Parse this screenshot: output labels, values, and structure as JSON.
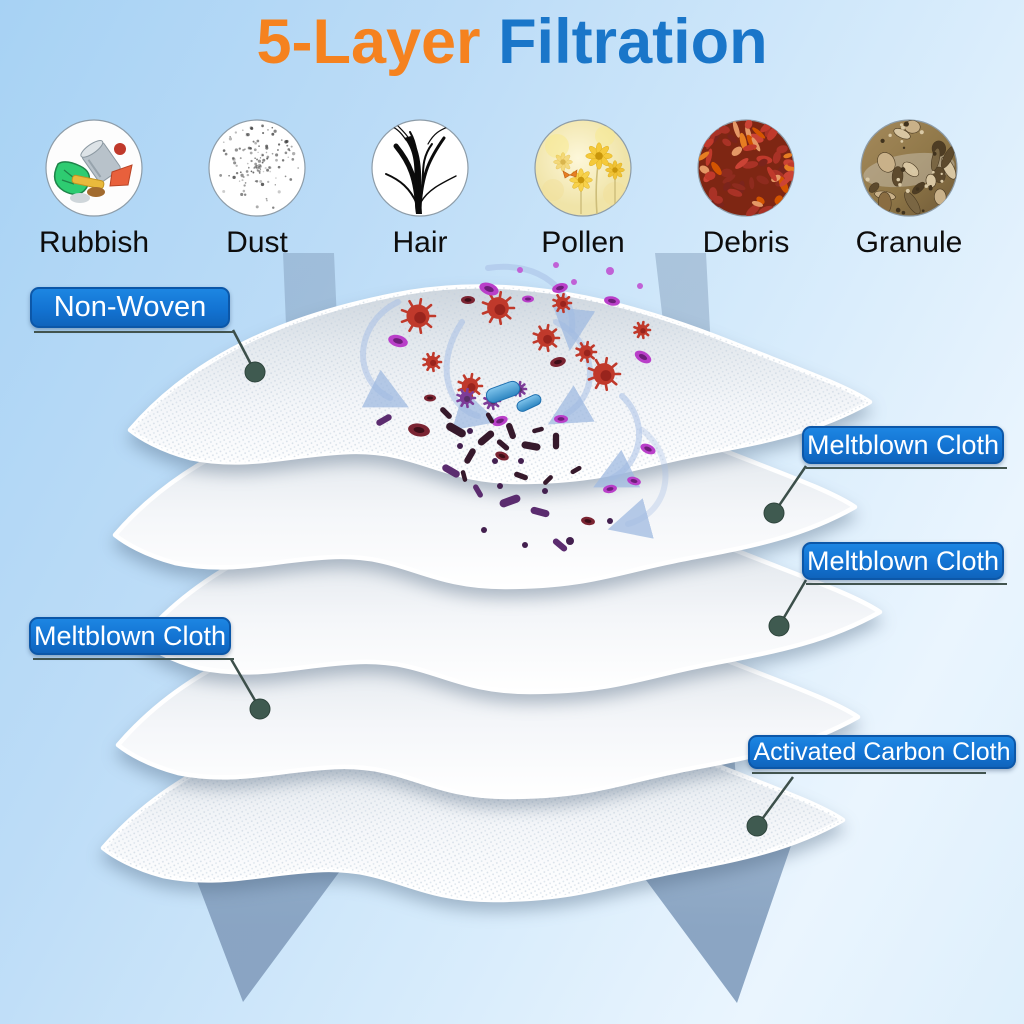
{
  "title": {
    "part_orange": "5-Layer ",
    "part_blue": "Filtration"
  },
  "pollutants": [
    {
      "name": "rubbish",
      "label": "Rubbish"
    },
    {
      "name": "dust",
      "label": "Dust"
    },
    {
      "name": "hair",
      "label": "Hair"
    },
    {
      "name": "pollen",
      "label": "Pollen"
    },
    {
      "name": "debris",
      "label": "Debris"
    },
    {
      "name": "granule",
      "label": "Granule"
    }
  ],
  "callouts": [
    {
      "id": "non-woven",
      "label": "Non-Woven"
    },
    {
      "id": "meltblown-right-1",
      "label": "Meltblown Cloth"
    },
    {
      "id": "meltblown-right-2",
      "label": "Meltblown Cloth"
    },
    {
      "id": "meltblown-left",
      "label": "Meltblown Cloth"
    },
    {
      "id": "activated-carbon",
      "label": "Activated Carbon Cloth"
    }
  ],
  "layers_top_to_bottom": [
    "Non-Woven",
    "Meltblown Cloth",
    "Meltblown Cloth",
    "Meltblown Cloth",
    "Activated Carbon Cloth"
  ],
  "colors": {
    "title_orange": "#f5821f",
    "title_blue": "#1a76c9",
    "pill_blue": "#1373d2",
    "pill_border": "#0c57a8",
    "pill_text": "#ffffff",
    "icon_label_text": "#0d0d0d",
    "leader_line": "#3c4f4a",
    "leader_dot": "#3f5a50",
    "airflow_arrow": "#8fb0ca",
    "sky_top": "#a7d2f4",
    "sky_bottom": "#eaf5fe",
    "sheet_white": "#ffffff",
    "sheet_shade": "#cdd5dd"
  },
  "diagram": {
    "sheet_count": 5,
    "particles": [
      [
        "vr",
        418,
        316,
        17
      ],
      [
        "vr",
        498,
        308,
        16
      ],
      [
        "vr",
        546,
        338,
        13
      ],
      [
        "vr",
        604,
        374,
        16
      ],
      [
        "vr",
        470,
        386,
        12
      ],
      [
        "vr",
        432,
        362,
        9
      ],
      [
        "vr",
        562,
        303,
        9
      ],
      [
        "vr",
        586,
        352,
        10
      ],
      [
        "vr",
        642,
        330,
        8
      ],
      [
        "vp",
        466,
        398,
        9
      ],
      [
        "vp",
        492,
        401,
        8
      ],
      [
        "vp",
        519,
        389,
        7
      ],
      [
        "rm",
        489,
        289,
        10,
        20
      ],
      [
        "rm",
        560,
        288,
        8,
        -15
      ],
      [
        "rm",
        612,
        301,
        8,
        10
      ],
      [
        "rm",
        643,
        357,
        9,
        30
      ],
      [
        "rm",
        500,
        421,
        8,
        -20
      ],
      [
        "rm",
        398,
        341,
        10,
        15
      ],
      [
        "rm",
        561,
        419,
        7,
        0
      ],
      [
        "rm",
        648,
        449,
        8,
        25
      ],
      [
        "rm",
        610,
        489,
        7,
        -10
      ],
      [
        "rm",
        528,
        299,
        6,
        0
      ],
      [
        "rm",
        634,
        481,
        7,
        15
      ],
      [
        "rd",
        419,
        430,
        11,
        10
      ],
      [
        "rd",
        468,
        300,
        7,
        0
      ],
      [
        "rd",
        558,
        362,
        8,
        -15
      ],
      [
        "rd",
        502,
        456,
        7,
        20
      ],
      [
        "rd",
        588,
        521,
        7,
        10
      ],
      [
        "rd",
        430,
        398,
        6,
        0
      ],
      [
        "bd",
        456,
        430,
        9,
        30
      ],
      [
        "bd",
        486,
        438,
        8,
        -40
      ],
      [
        "bd",
        511,
        431,
        7,
        70
      ],
      [
        "bd",
        531,
        446,
        8,
        10
      ],
      [
        "bd",
        470,
        456,
        7,
        -60
      ],
      [
        "bd",
        446,
        413,
        6,
        45
      ],
      [
        "bd",
        556,
        441,
        7,
        90
      ],
      [
        "bd",
        521,
        476,
        6,
        20
      ],
      [
        "bd",
        576,
        470,
        5,
        -30
      ],
      [
        "bd",
        490,
        418,
        5,
        60
      ],
      [
        "bd",
        538,
        430,
        5,
        -15
      ],
      [
        "bd",
        503,
        445,
        6,
        40
      ],
      [
        "bd",
        464,
        476,
        5,
        75
      ],
      [
        "bd",
        548,
        480,
        5,
        -45
      ],
      [
        "bp",
        451,
        471,
        8,
        30
      ],
      [
        "bp",
        510,
        501,
        9,
        -20
      ],
      [
        "bp",
        478,
        491,
        6,
        60
      ],
      [
        "bp",
        540,
        512,
        8,
        15
      ],
      [
        "bp",
        384,
        420,
        7,
        -30
      ],
      [
        "bp",
        560,
        545,
        7,
        40
      ],
      [
        "cb",
        503,
        392,
        15,
        -20
      ],
      [
        "cb",
        529,
        403,
        11,
        -25
      ],
      [
        "dd",
        470,
        431,
        3
      ],
      [
        "dd",
        495,
        461,
        3
      ],
      [
        "dd",
        521,
        461,
        3
      ],
      [
        "dd",
        545,
        491,
        3
      ],
      [
        "dd",
        500,
        486,
        3
      ],
      [
        "dd",
        460,
        446,
        3
      ],
      [
        "dd",
        610,
        521,
        3
      ],
      [
        "dd",
        570,
        541,
        4
      ],
      [
        "dd",
        484,
        530,
        3
      ],
      [
        "dd",
        525,
        545,
        3
      ],
      [
        "dm",
        520,
        270,
        3
      ],
      [
        "dm",
        556,
        265,
        3
      ],
      [
        "dm",
        610,
        271,
        4
      ],
      [
        "dm",
        640,
        286,
        3
      ],
      [
        "dm",
        574,
        282,
        3
      ]
    ]
  }
}
